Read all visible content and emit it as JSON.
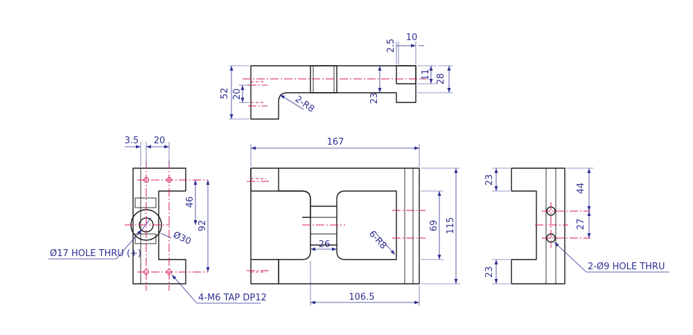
{
  "colors": {
    "outline": "#1a1a1a",
    "centerline": "#d4145a",
    "dimension": "#2e3192"
  },
  "top_view": {
    "dims": {
      "overall_height": "52",
      "slot_width": "20",
      "body_depth": "23",
      "fillet": "2-R8",
      "chamfer": "2.5",
      "boss_len": "10",
      "boss_dia": "11",
      "boss_height": "28"
    }
  },
  "left_view": {
    "dims": {
      "edge_offset": "3.5",
      "hole_pitch": "20",
      "upper_drop": "46",
      "hole_span": "92",
      "bore_dia": "Ø30"
    },
    "callouts": {
      "thru_hole": "Ø17 HOLE THRU (+)",
      "tapped": "4-M6 TAP DP12"
    }
  },
  "front_view": {
    "dims": {
      "overall_length": "167",
      "overall_height": "115",
      "window_height": "69",
      "neck_width": "26",
      "inner_fillets": "6-R8",
      "base_length": "106.5"
    }
  },
  "right_view": {
    "dims": {
      "top_arm": "23",
      "bottom_arm": "23",
      "hole_drop": "44",
      "hole_pitch": "27"
    },
    "callouts": {
      "holes": "2-Ø9 HOLE THRU"
    }
  }
}
